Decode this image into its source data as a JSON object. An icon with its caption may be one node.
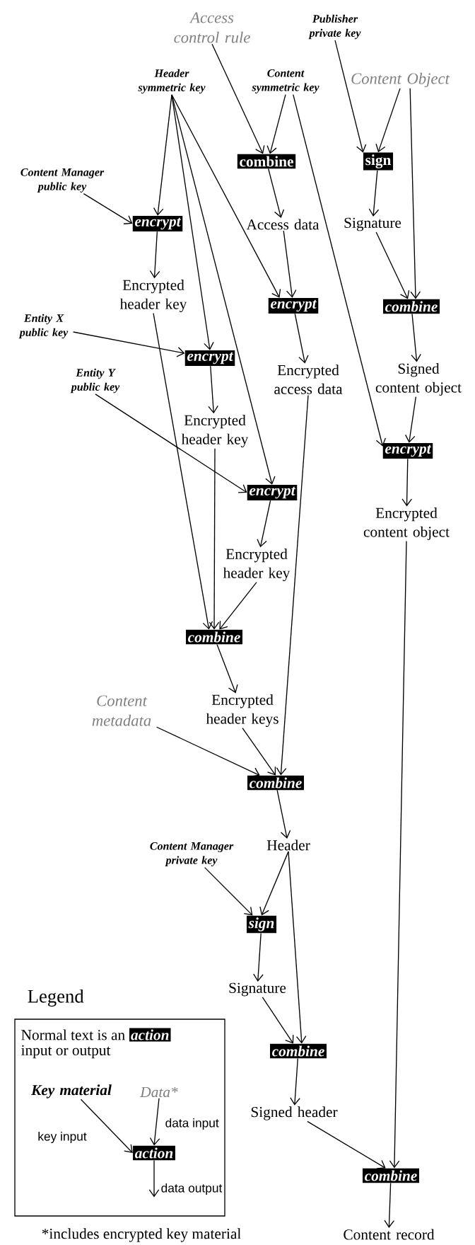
{
  "diagram": {
    "nodes": [
      {
        "text": [
          "Access control rule"
        ]
      },
      {
        "text": [
          "Publisher private key"
        ]
      },
      {
        "text": [
          "Header symmetric key"
        ]
      },
      {
        "text": [
          "Content symmetric key"
        ]
      },
      {
        "text": [
          "Content Object"
        ]
      },
      {
        "text": [
          "combine"
        ]
      },
      {
        "text": [
          "sign"
        ]
      },
      {
        "text": [
          "Content Manager public key"
        ]
      },
      {
        "text": [
          "encrypt"
        ]
      },
      {
        "text": [
          "Access data"
        ]
      },
      {
        "text": [
          "Signature"
        ]
      },
      {
        "text": [
          "Encrypted header key"
        ]
      },
      {
        "text": [
          "encrypt"
        ]
      },
      {
        "text": [
          "combine"
        ]
      },
      {
        "text": [
          "Entity X public key"
        ]
      },
      {
        "text": [
          "encrypt"
        ]
      },
      {
        "text": [
          "Encrypted access data"
        ]
      },
      {
        "text": [
          "Signed content object"
        ]
      },
      {
        "text": [
          "Entity Y public key"
        ]
      },
      {
        "text": [
          "Encrypted header key"
        ]
      },
      {
        "text": [
          "encrypt"
        ]
      },
      {
        "text": [
          "encrypt"
        ]
      },
      {
        "text": [
          "Encrypted content object"
        ]
      },
      {
        "text": [
          "Encrypted header key"
        ]
      },
      {
        "text": [
          "combine"
        ]
      },
      {
        "text": [
          "Content metadata"
        ]
      },
      {
        "text": [
          "Encrypted header keys"
        ]
      },
      {
        "text": [
          "combine"
        ]
      },
      {
        "text": [
          "Content Manager private key"
        ]
      },
      {
        "text": [
          "Header"
        ]
      },
      {
        "text": [
          "sign"
        ]
      },
      {
        "text": [
          "Signature"
        ]
      },
      {
        "text": [
          "combine"
        ]
      },
      {
        "text": [
          "Signed header"
        ]
      },
      {
        "text": [
          "combine"
        ]
      },
      {
        "text": [
          "Content record"
        ]
      },
      {
        "text": [
          "Legend",
          "Normal text is an",
          "input or output"
        ]
      },
      {
        "text": [
          "action"
        ],
        "in": 36
      },
      {
        "text": [
          "Key material"
        ],
        "in": 36
      },
      {
        "text": [
          "Data*"
        ],
        "in": 36
      },
      {
        "text": [
          "action"
        ],
        "in": 36
      }
    ],
    "edges": [
      {
        "from": 0,
        "to": 5,
        "arrow": "to"
      },
      {
        "from": 3,
        "to": 5,
        "arrow": "to"
      },
      {
        "from": 1,
        "to": 6,
        "arrow": "to"
      },
      {
        "from": 4,
        "to": 6,
        "arrow": "to"
      },
      {
        "from": 2,
        "to": 8,
        "arrow": "to"
      },
      {
        "from": 7,
        "to": 8,
        "arrow": "to"
      },
      {
        "from": 2,
        "to": 15,
        "arrow": "to"
      },
      {
        "from": 2,
        "to": 21,
        "arrow": "to"
      },
      {
        "from": 2,
        "to": 12,
        "arrow": "to"
      },
      {
        "from": 3,
        "to": 20,
        "arrow": "to"
      },
      {
        "from": 4,
        "to": 13,
        "arrow": "to"
      },
      {
        "from": 5,
        "to": 9,
        "arrow": "to"
      },
      {
        "from": 6,
        "to": 10,
        "arrow": "to"
      },
      {
        "from": 9,
        "to": 12,
        "arrow": "to"
      },
      {
        "from": 10,
        "to": 13,
        "arrow": "to"
      },
      {
        "from": 8,
        "to": 11,
        "arrow": "to"
      },
      {
        "from": 12,
        "to": 16,
        "arrow": "to"
      },
      {
        "from": 13,
        "to": 17,
        "arrow": "to"
      },
      {
        "from": 14,
        "to": 15,
        "arrow": "to"
      },
      {
        "from": 15,
        "to": 19,
        "arrow": "to"
      },
      {
        "from": 17,
        "to": 20,
        "arrow": "to"
      },
      {
        "from": 18,
        "to": 21,
        "arrow": "to"
      },
      {
        "from": 21,
        "to": 23,
        "arrow": "to"
      },
      {
        "from": 20,
        "to": 22,
        "arrow": "to"
      },
      {
        "from": 11,
        "to": 24,
        "arrow": "to"
      },
      {
        "from": 19,
        "to": 24,
        "arrow": "to"
      },
      {
        "from": 23,
        "to": 24,
        "arrow": "to"
      },
      {
        "from": 24,
        "to": 26,
        "arrow": "to"
      },
      {
        "from": 25,
        "to": 27,
        "arrow": "to"
      },
      {
        "from": 26,
        "to": 27,
        "arrow": "to"
      },
      {
        "from": 16,
        "to": 27,
        "arrow": "to"
      },
      {
        "from": 27,
        "to": 29,
        "arrow": "to"
      },
      {
        "from": 29,
        "to": 30,
        "arrow": "to"
      },
      {
        "from": 28,
        "to": 30,
        "arrow": "to"
      },
      {
        "from": 29,
        "to": 32,
        "arrow": "to"
      },
      {
        "from": 30,
        "to": 31,
        "arrow": "to"
      },
      {
        "from": 31,
        "to": 32,
        "arrow": "to"
      },
      {
        "from": 32,
        "to": 33,
        "arrow": "to"
      },
      {
        "from": 33,
        "to": 34,
        "arrow": "to"
      },
      {
        "from": 22,
        "to": 34,
        "arrow": "to"
      },
      {
        "from": 34,
        "to": 35,
        "arrow": "to"
      },
      {
        "from": 38,
        "to": 40,
        "arrow": "to",
        "label": "key input"
      },
      {
        "from": 39,
        "to": 40,
        "arrow": "to",
        "label": "data input"
      },
      {
        "from": 40,
        "to": null,
        "arrow": "to",
        "label": "data output"
      }
    ],
    "labels": [
      "*includes encrypted key material"
    ]
  }
}
